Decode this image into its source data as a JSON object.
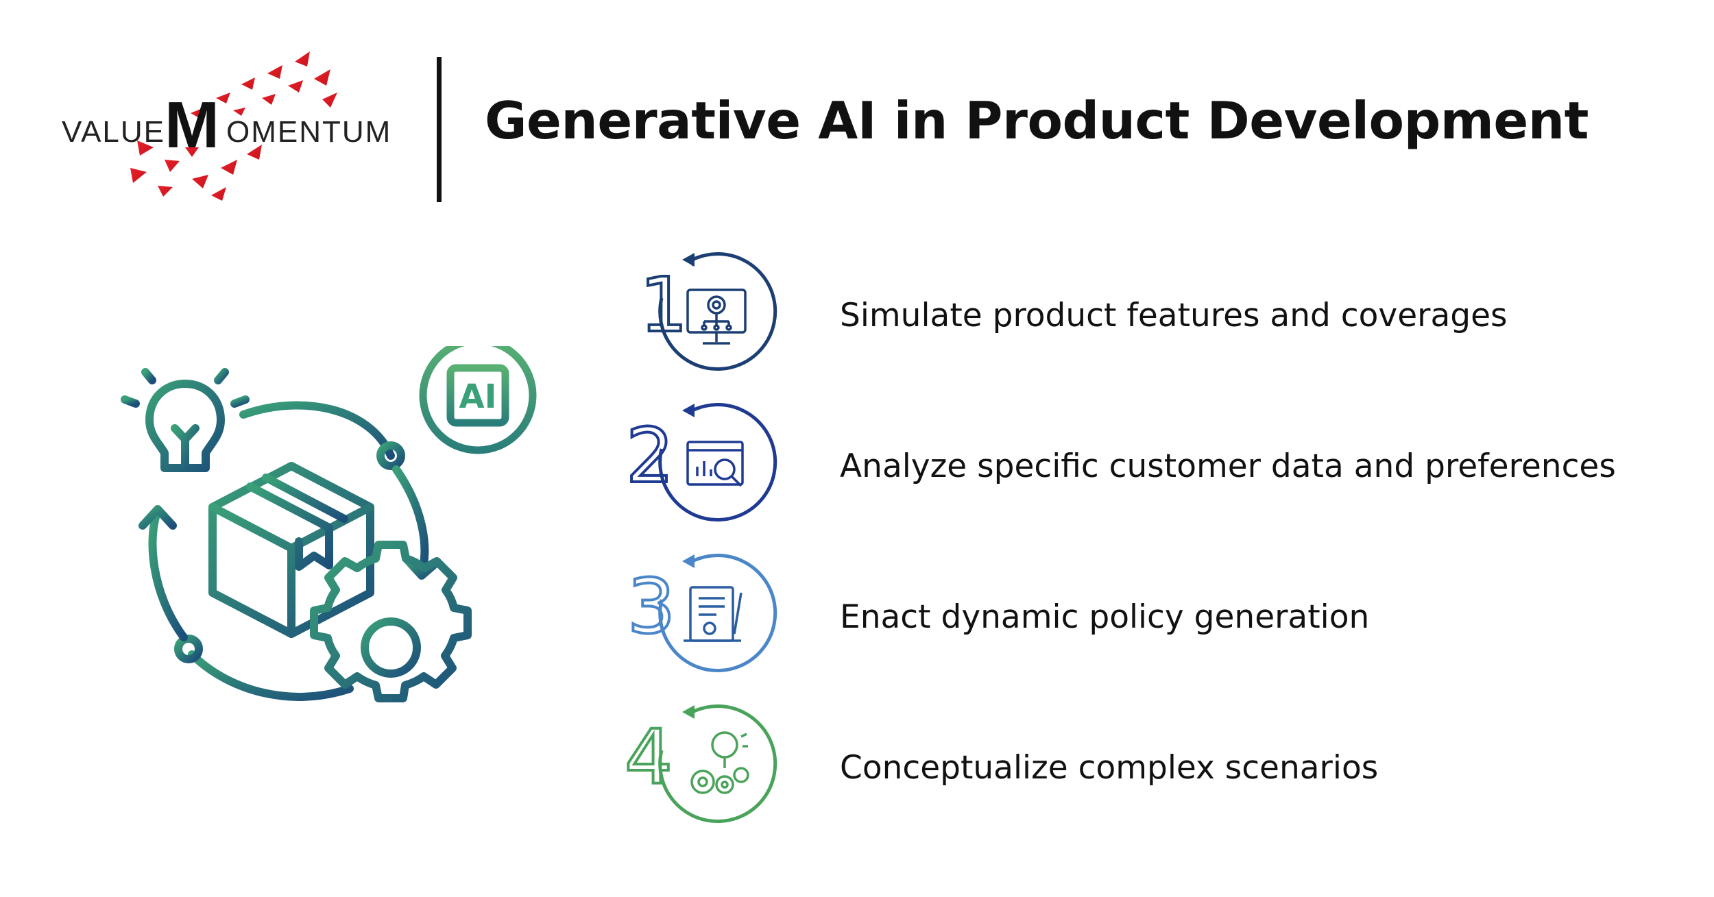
{
  "logo": {
    "text_value": "VALUE",
    "text_m": "M",
    "text_rest": "OMENTUM",
    "accent": "#e8202a"
  },
  "header": {
    "title": "Generative AI in Product Development"
  },
  "illustration": {
    "chip_label": "AI",
    "icons": [
      "lightbulb-icon",
      "box-icon",
      "gear-icon",
      "ai-chip-icon",
      "cycle-arrows-icon"
    ]
  },
  "steps": [
    {
      "number": "1",
      "label": "Simulate product features and coverages",
      "icon": "monitor-gear-network-icon",
      "color": "#1c3f73"
    },
    {
      "number": "2",
      "label": "Analyze specific customer data and preferences",
      "icon": "analytics-search-icon",
      "color": "#1f3a93"
    },
    {
      "number": "3",
      "label": "Enact dynamic policy generation",
      "icon": "policy-document-icon",
      "color": "#4a86c8"
    },
    {
      "number": "4",
      "label": "Conceptualize complex scenarios",
      "icon": "idea-gears-icon",
      "color": "#4aa35a"
    }
  ]
}
